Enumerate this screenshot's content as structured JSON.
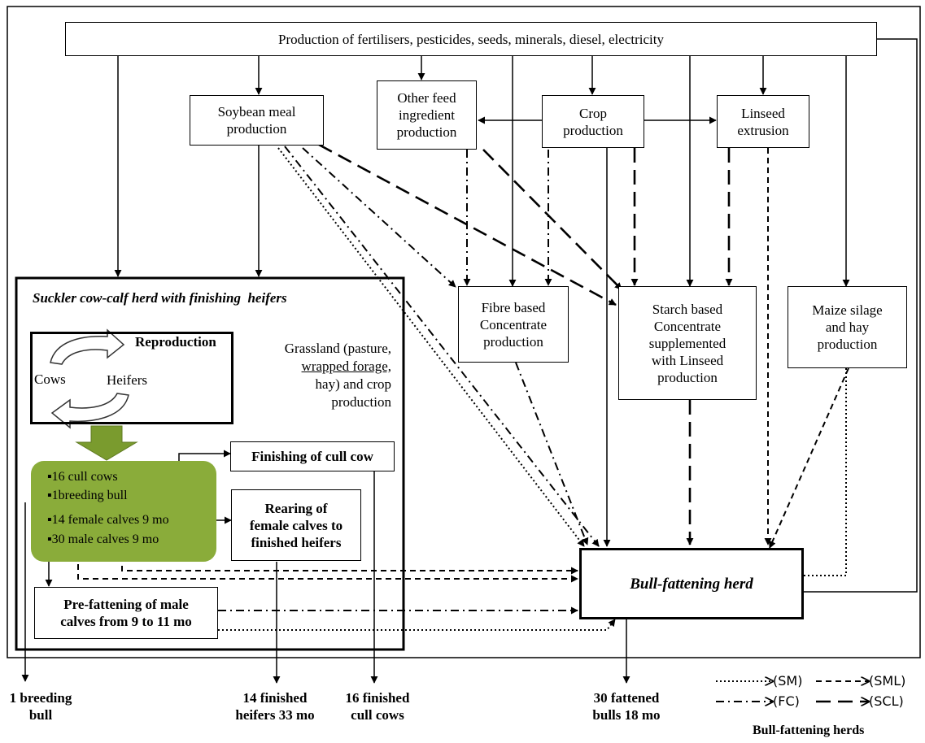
{
  "boxes": {
    "production": "Production of fertilisers, pesticides, seeds, minerals, diesel, electricity",
    "soybean": [
      "Soybean meal",
      "production"
    ],
    "otherfeed": [
      "Other feed",
      "ingredient",
      "production"
    ],
    "crop": [
      "Crop",
      "production"
    ],
    "linseed": [
      "Linseed",
      "extrusion"
    ],
    "fibre": [
      "Fibre based",
      "Concentrate",
      "production"
    ],
    "starch": [
      "Starch based",
      "Concentrate",
      "supplemented",
      "with Linseed",
      "production"
    ],
    "maize": [
      "Maize silage",
      "and hay",
      "production"
    ],
    "bullherd": "Bull-fattening herd"
  },
  "suckler": {
    "title": "Suckler cow-calf herd with finishing  heifers",
    "reproduction": "Reproduction",
    "cows": "Cows",
    "heifers": "Heifers",
    "grassland": [
      "Grassland (pasture,",
      "wrapped forage,",
      "hay) and crop",
      "production"
    ],
    "bullets": [
      "16 cull cows",
      "1breeding bull",
      "14 female calves 9 mo",
      "30 male calves 9 mo"
    ],
    "finishing_cull": "Finishing of cull cow",
    "rearing": [
      "Rearing of",
      "female calves to",
      "finished heifers"
    ],
    "prefattening": [
      "Pre-fattening of male",
      "calves from 9 to 11 mo"
    ]
  },
  "outputs": {
    "bull": [
      "1 breeding",
      "bull"
    ],
    "heifers": [
      "14 finished",
      "heifers 33 mo"
    ],
    "cullcows": [
      "16 finished",
      "cull cows"
    ],
    "fattened": [
      "30 fattened",
      "bulls 18 mo"
    ]
  },
  "legend": {
    "sm": "(SM)",
    "sml": "(SML)",
    "fc": "(FC)",
    "scl": "(SCL)",
    "caption": "Bull-fattening herds"
  },
  "colors": {
    "green": "#8aac3a",
    "arrow_green": "#7a9b2e"
  }
}
